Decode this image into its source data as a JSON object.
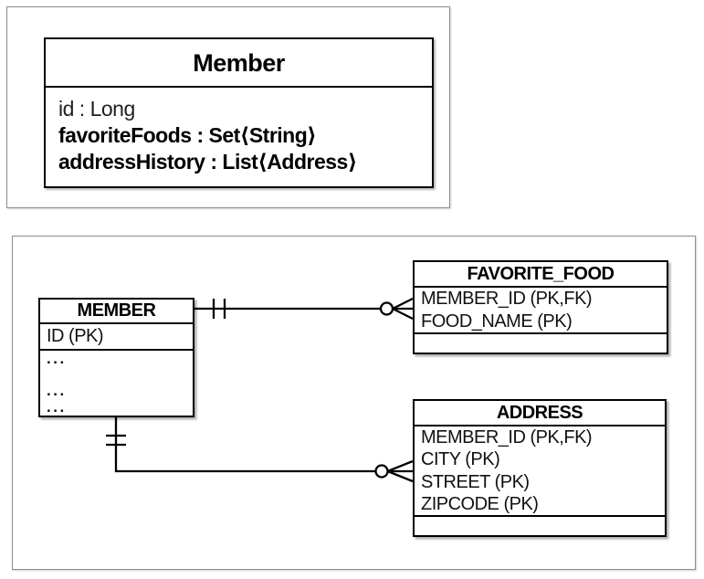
{
  "uml_class": {
    "title": "Member",
    "attributes": [
      {
        "text": "id : Long",
        "style": "regular"
      },
      {
        "text": "favoriteFoods : Set⟨String⟩",
        "style": "bold"
      },
      {
        "text": "addressHistory : List⟨Address⟩",
        "style": "bold"
      }
    ]
  },
  "erd": {
    "member": {
      "title": "MEMBER",
      "pk_row": "ID (PK)",
      "ellipsis_rows": [
        "...",
        "",
        "...",
        "..."
      ]
    },
    "favorite_food": {
      "title": "FAVORITE_FOOD",
      "rows": [
        "MEMBER_ID (PK,FK)",
        "FOOD_NAME (PK)"
      ]
    },
    "address": {
      "title": "ADDRESS",
      "rows": [
        "MEMBER_ID (PK,FK)",
        "CITY (PK)",
        "STREET (PK)",
        "ZIPCODE (PK)"
      ]
    },
    "relationships": [
      {
        "from": "MEMBER",
        "to": "FAVORITE_FOOD",
        "from_cardinality": "exactly-one (||)",
        "to_cardinality": "zero-or-many (o<)"
      },
      {
        "from": "MEMBER",
        "to": "ADDRESS",
        "from_cardinality": "exactly-one (||)",
        "to_cardinality": "zero-or-many (o<)"
      }
    ]
  },
  "colors": {
    "line": "#000000",
    "container_border": "#8d8d8d",
    "text": "#000000",
    "background": "#ffffff"
  }
}
